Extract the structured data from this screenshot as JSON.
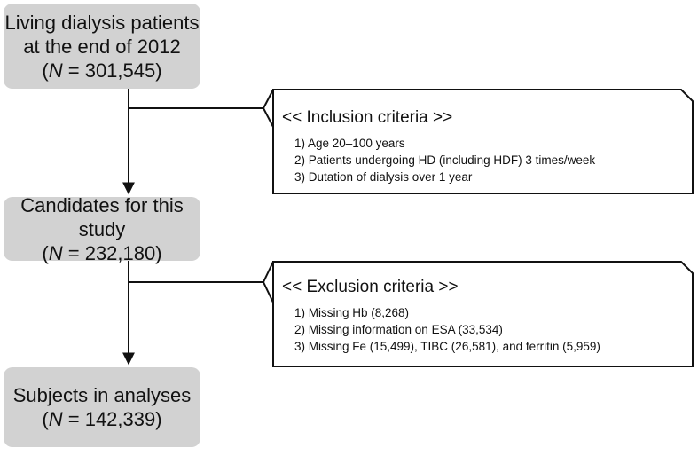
{
  "boxes": {
    "living": {
      "line1": "Living dialysis patients",
      "line2": "at the end of 2012",
      "n_prefix": "(",
      "n_symbol": "N",
      "n_value": " = 301,545)"
    },
    "candidates": {
      "line1": "Candidates for this study",
      "n_prefix": "(",
      "n_symbol": "N",
      "n_value": " = 232,180)"
    },
    "subjects": {
      "line1": "Subjects in analyses",
      "n_prefix": "(",
      "n_symbol": "N",
      "n_value": " = 142,339)"
    }
  },
  "inclusion": {
    "title": "<< Inclusion criteria >>",
    "items": [
      "1) Age 20–100 years",
      "2) Patients undergoing HD (including HDF) 3 times/week",
      "3) Dutation of dialysis over 1 year"
    ]
  },
  "exclusion": {
    "title": "<< Exclusion criteria >>",
    "items": [
      "1) Missing Hb (8,268)",
      "2) Missing information on ESA (33,534)",
      "3) Missing Fe (15,499), TIBC (26,581), and ferritin (5,959)"
    ]
  }
}
